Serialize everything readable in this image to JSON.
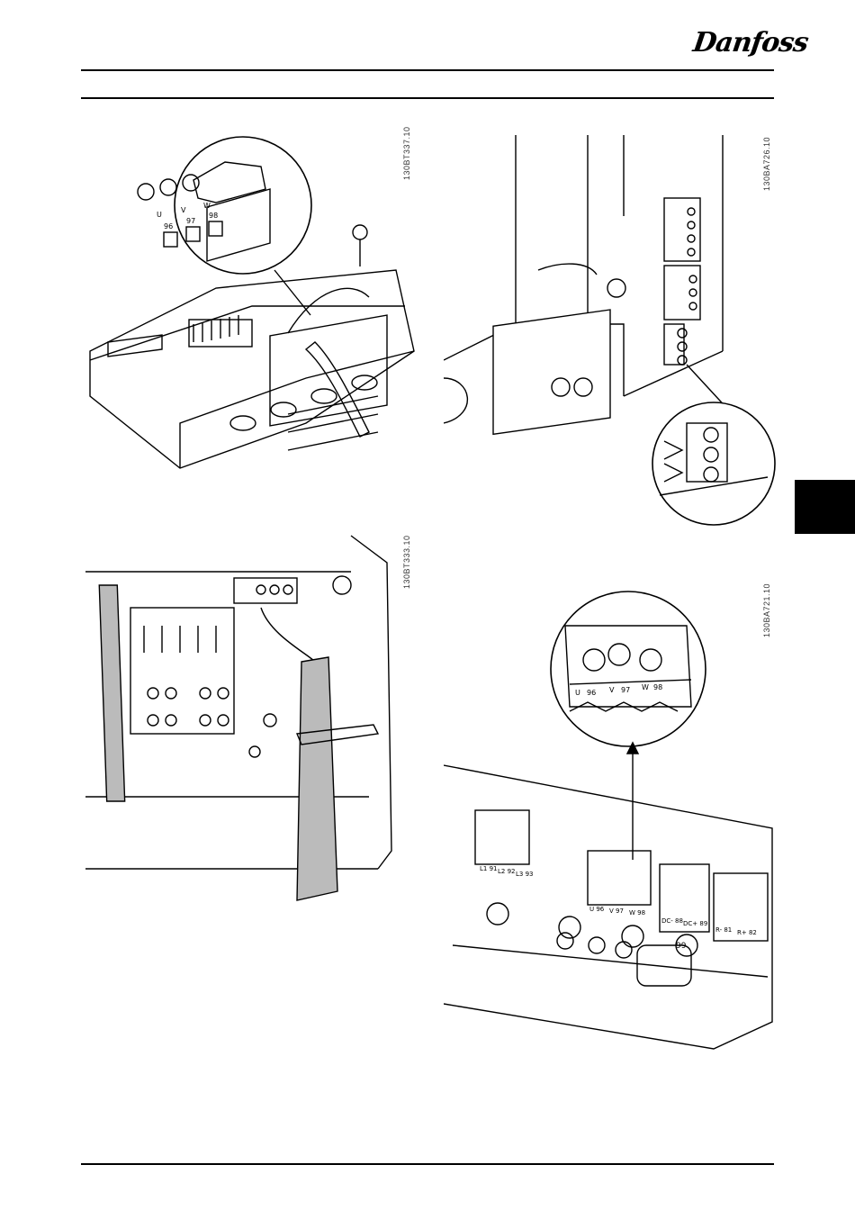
{
  "header": {
    "brand": "Danfoss"
  },
  "figures": {
    "fig1": {
      "code": "130BT337.10",
      "phase_labels": [
        "U",
        "V",
        "W"
      ],
      "terminal_numbers": [
        "96",
        "97",
        "98"
      ]
    },
    "fig2": {
      "code": "130BA726.10"
    },
    "fig3": {
      "code": "130BT333.10"
    },
    "fig4": {
      "code": "130BA721.10",
      "callout_labels": [
        "U",
        "96",
        "V",
        "97",
        "W",
        "98"
      ],
      "mains_labels": [
        "L1 91",
        "L2 92",
        "L3 93"
      ],
      "motor_labels": [
        "U 96",
        "V 97",
        "W 98"
      ],
      "dc_labels": [
        "DC- 88",
        "DC+ 89"
      ],
      "brake_labels": [
        "R- 81",
        "R+ 82"
      ],
      "ground_label": "99"
    }
  },
  "section_tab": {
    "color": "#000000"
  }
}
